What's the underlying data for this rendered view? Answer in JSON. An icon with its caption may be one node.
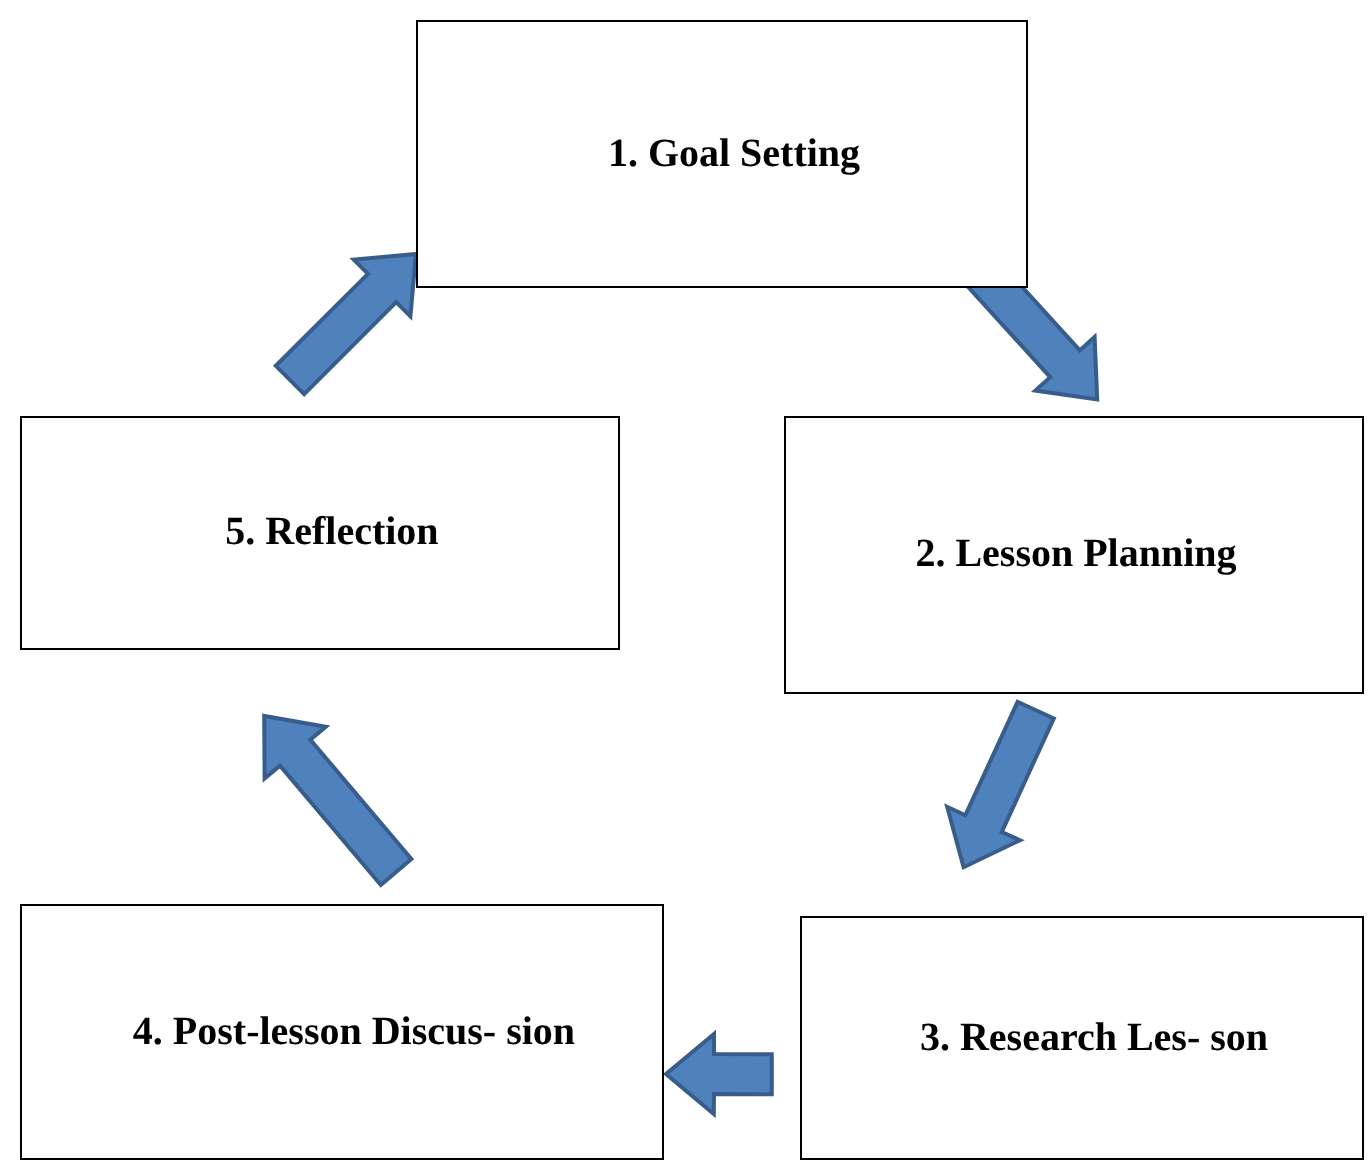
{
  "diagram": {
    "nodes": [
      {
        "text": [
          "1. Goal Setting"
        ]
      },
      {
        "text": [
          "2. Lesson Planning"
        ]
      },
      {
        "text": [
          "3. Research Les- son"
        ]
      },
      {
        "text": [
          "4. Post-lesson Discus- sion"
        ]
      },
      {
        "text": [
          "5. Reflection"
        ]
      }
    ],
    "edges": [
      {
        "from": 0,
        "to": 1,
        "arrow": "to"
      },
      {
        "from": 1,
        "to": 2,
        "arrow": "to"
      },
      {
        "from": 2,
        "to": 3,
        "arrow": "to"
      },
      {
        "from": 3,
        "to": 4,
        "arrow": "to"
      },
      {
        "from": 4,
        "to": 0,
        "arrow": "to"
      }
    ]
  }
}
